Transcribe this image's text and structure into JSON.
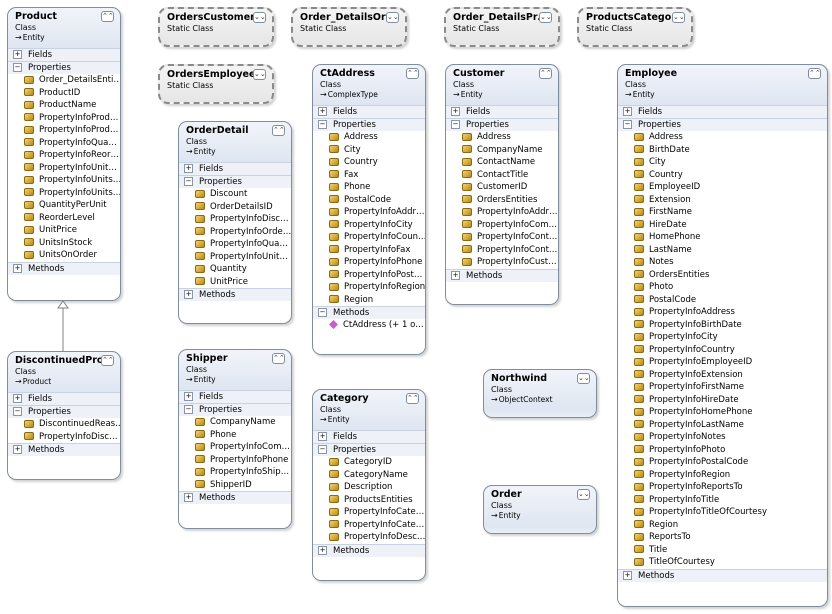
{
  "shapes": {
    "product": {
      "title": "Product",
      "kind": "Class",
      "base": "Entity",
      "fields_label": "Fields",
      "properties_label": "Properties",
      "methods_label": "Methods",
      "properties": [
        "Order_DetailsEnti…",
        "ProductID",
        "ProductName",
        "PropertyInfoProd…",
        "PropertyInfoProd…",
        "PropertyInfoQua…",
        "PropertyInfoReor…",
        "PropertyInfoUnit…",
        "PropertyInfoUnits…",
        "PropertyInfoUnits…",
        "QuantityPerUnit",
        "ReorderLevel",
        "UnitPrice",
        "UnitsInStock",
        "UnitsOnOrder"
      ]
    },
    "discontinued": {
      "title": "DiscontinuedPro…",
      "kind": "Class",
      "base": "Product",
      "fields_label": "Fields",
      "properties_label": "Properties",
      "methods_label": "Methods",
      "properties": [
        "DiscontinuedReas…",
        "PropertyInfoDisc…"
      ]
    },
    "orders_customers": {
      "title": "OrdersCustomers",
      "kind": "Static Class"
    },
    "orders_employees": {
      "title": "OrdersEmployees",
      "kind": "Static Class"
    },
    "order_details_or": {
      "title": "Order_DetailsOr…",
      "kind": "Static Class"
    },
    "order_details_pr": {
      "title": "Order_DetailsPr…",
      "kind": "Static Class"
    },
    "products_category": {
      "title": "ProductsCategor…",
      "kind": "Static Class"
    },
    "order_detail": {
      "title": "OrderDetail",
      "kind": "Class",
      "base": "Entity",
      "fields_label": "Fields",
      "properties_label": "Properties",
      "methods_label": "Methods",
      "properties": [
        "Discount",
        "OrderDetailsID",
        "PropertyInfoDisc…",
        "PropertyInfoOrde…",
        "PropertyInfoQua…",
        "PropertyInfoUnit…",
        "Quantity",
        "UnitPrice"
      ]
    },
    "shipper": {
      "title": "Shipper",
      "kind": "Class",
      "base": "Entity",
      "fields_label": "Fields",
      "properties_label": "Properties",
      "methods_label": "Methods",
      "properties": [
        "CompanyName",
        "Phone",
        "PropertyInfoCom…",
        "PropertyInfoPhone",
        "PropertyInfoShip…",
        "ShipperID"
      ]
    },
    "ct_address": {
      "title": "CtAddress",
      "kind": "Class",
      "base": "ComplexType",
      "fields_label": "Fields",
      "properties_label": "Properties",
      "methods_label": "Methods",
      "properties": [
        "Address",
        "City",
        "Country",
        "Fax",
        "Phone",
        "PostalCode",
        "PropertyInfoAddr…",
        "PropertyInfoCity",
        "PropertyInfoCoun…",
        "PropertyInfoFax",
        "PropertyInfoPhone",
        "PropertyInfoPost…",
        "PropertyInfoRegion",
        "Region"
      ],
      "methods": [
        "CtAddress (+ 1 o…"
      ]
    },
    "category": {
      "title": "Category",
      "kind": "Class",
      "base": "Entity",
      "fields_label": "Fields",
      "properties_label": "Properties",
      "methods_label": "Methods",
      "properties": [
        "CategoryID",
        "CategoryName",
        "Description",
        "ProductsEntities",
        "PropertyInfoCate…",
        "PropertyInfoCate…",
        "PropertyInfoDesc…"
      ]
    },
    "customer": {
      "title": "Customer",
      "kind": "Class",
      "base": "Entity",
      "fields_label": "Fields",
      "properties_label": "Properties",
      "methods_label": "Methods",
      "properties": [
        "Address",
        "CompanyName",
        "ContactName",
        "ContactTitle",
        "CustomerID",
        "OrdersEntities",
        "PropertyInfoAddr…",
        "PropertyInfoCom…",
        "PropertyInfoCont…",
        "PropertyInfoCont…",
        "PropertyInfoCust…"
      ]
    },
    "northwind": {
      "title": "Northwind",
      "kind": "Class",
      "base": "ObjectContext"
    },
    "order": {
      "title": "Order",
      "kind": "Class",
      "base": "Entity"
    },
    "employee": {
      "title": "Employee",
      "kind": "Class",
      "base": "Entity",
      "fields_label": "Fields",
      "properties_label": "Properties",
      "methods_label": "Methods",
      "properties": [
        "Address",
        "BirthDate",
        "City",
        "Country",
        "EmployeeID",
        "Extension",
        "FirstName",
        "HireDate",
        "HomePhone",
        "LastName",
        "Notes",
        "OrdersEntities",
        "Photo",
        "PostalCode",
        "PropertyInfoAddress",
        "PropertyInfoBirthDate",
        "PropertyInfoCity",
        "PropertyInfoCountry",
        "PropertyInfoEmployeeID",
        "PropertyInfoExtension",
        "PropertyInfoFirstName",
        "PropertyInfoHireDate",
        "PropertyInfoHomePhone",
        "PropertyInfoLastName",
        "PropertyInfoNotes",
        "PropertyInfoPhoto",
        "PropertyInfoPostalCode",
        "PropertyInfoRegion",
        "PropertyInfoReportsTo",
        "PropertyInfoTitle",
        "PropertyInfoTitleOfCourtesy",
        "Region",
        "ReportsTo",
        "Title",
        "TitleOfCourtesy"
      ]
    }
  },
  "icons": {
    "collapse": "⌃⌃",
    "expand": "⌄⌄",
    "inherits": "→",
    "plus": "+",
    "minus": "−"
  },
  "colors": {
    "header_top": "#f1f4fa",
    "header_bottom": "#dfe6f1",
    "border": "#7f8d9c",
    "property_icon": "#e1b43c",
    "method_icon": "#c95bd6"
  }
}
